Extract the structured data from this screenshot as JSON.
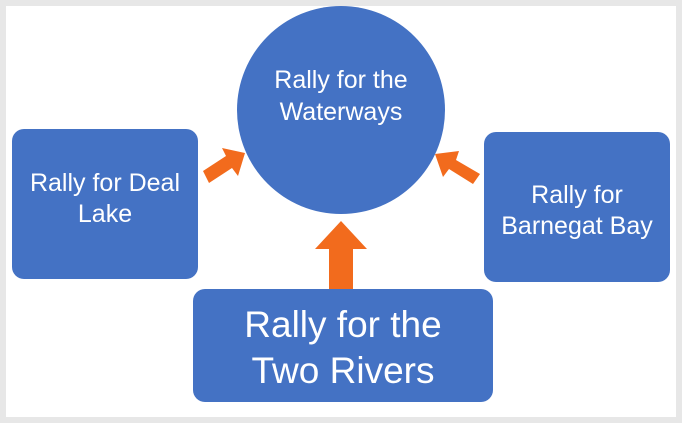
{
  "diagram": {
    "center_node": {
      "line1": "Rally for the",
      "line2": "Waterways"
    },
    "left_node": {
      "line1": "Rally for Deal",
      "line2": "Lake"
    },
    "right_node": {
      "line1": "Rally for",
      "line2": "Barnegat Bay"
    },
    "bottom_node": {
      "line1": "Rally for the",
      "line2": "Two Rivers"
    },
    "colors": {
      "node_fill": "#4472c4",
      "node_text": "#ffffff",
      "arrow_fill": "#f26b1d",
      "frame": "#e7e7e7",
      "background": "#ffffff"
    }
  }
}
